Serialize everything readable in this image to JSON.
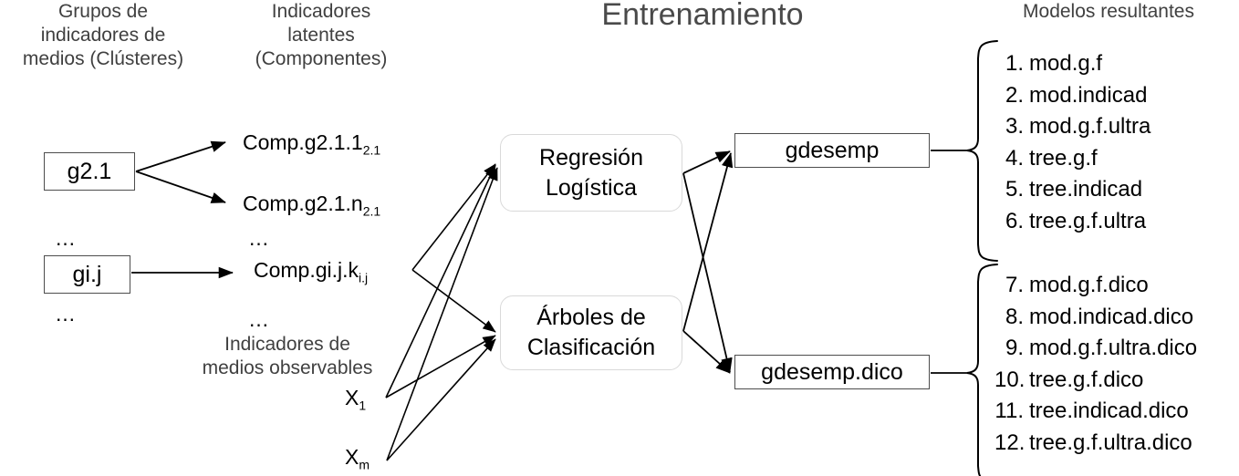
{
  "headers": {
    "clusters": "Grupos de\nindicadores de\nmedios (Clústeres)",
    "latentes": "Indicadores\nlatentes\n(Componentes)",
    "title": "Entrenamiento",
    "modelos": "Modelos resultantes",
    "observables": "Indicadores de\nmedios observables"
  },
  "clusters": {
    "group1_label": "g2.1",
    "group2_label": "gi.j",
    "ellipsis": "…"
  },
  "components": {
    "comp1_base": "Comp.g2.1.1",
    "comp1_sub": "2.1",
    "comp2_base": "Comp.g2.1.n",
    "comp2_sub": "2.1",
    "comp3_base": "Comp.gi.j.k",
    "comp3_sub": "i.j",
    "ellipsis": "…"
  },
  "observables": {
    "x1_base": "X",
    "x1_sub": "1",
    "x2_base": "X",
    "x2_sub": "m"
  },
  "methods": {
    "logistic_regression": "Regresión\nLogística",
    "classification_trees": "Árboles de\nClasificación"
  },
  "targets": {
    "gdesemp": "gdesemp",
    "gdesemp_dico": "gdesemp.dico"
  },
  "models_top": [
    {
      "num": "1.",
      "name": "mod.g.f"
    },
    {
      "num": "2.",
      "name": "mod.indicad"
    },
    {
      "num": "3.",
      "name": "mod.g.f.ultra"
    },
    {
      "num": "4.",
      "name": "tree.g.f"
    },
    {
      "num": "5.",
      "name": "tree.indicad"
    },
    {
      "num": "6.",
      "name": "tree.g.f.ultra"
    }
  ],
  "models_bottom": [
    {
      "num": "7.",
      "name": "mod.g.f.dico"
    },
    {
      "num": "8.",
      "name": "mod.indicad.dico"
    },
    {
      "num": "9.",
      "name": "mod.g.f.ultra.dico"
    },
    {
      "num": "10.",
      "name": "tree.g.f.dico"
    },
    {
      "num": "11.",
      "name": "tree.indicad.dico"
    },
    {
      "num": "12.",
      "name": "tree.g.f.ultra.dico"
    }
  ],
  "colors": {
    "heading_text": "#404040",
    "title_text": "#4a4a4a",
    "box_border": "#4d4d4d",
    "round_border": "#d9d9d9",
    "line": "#000000"
  }
}
